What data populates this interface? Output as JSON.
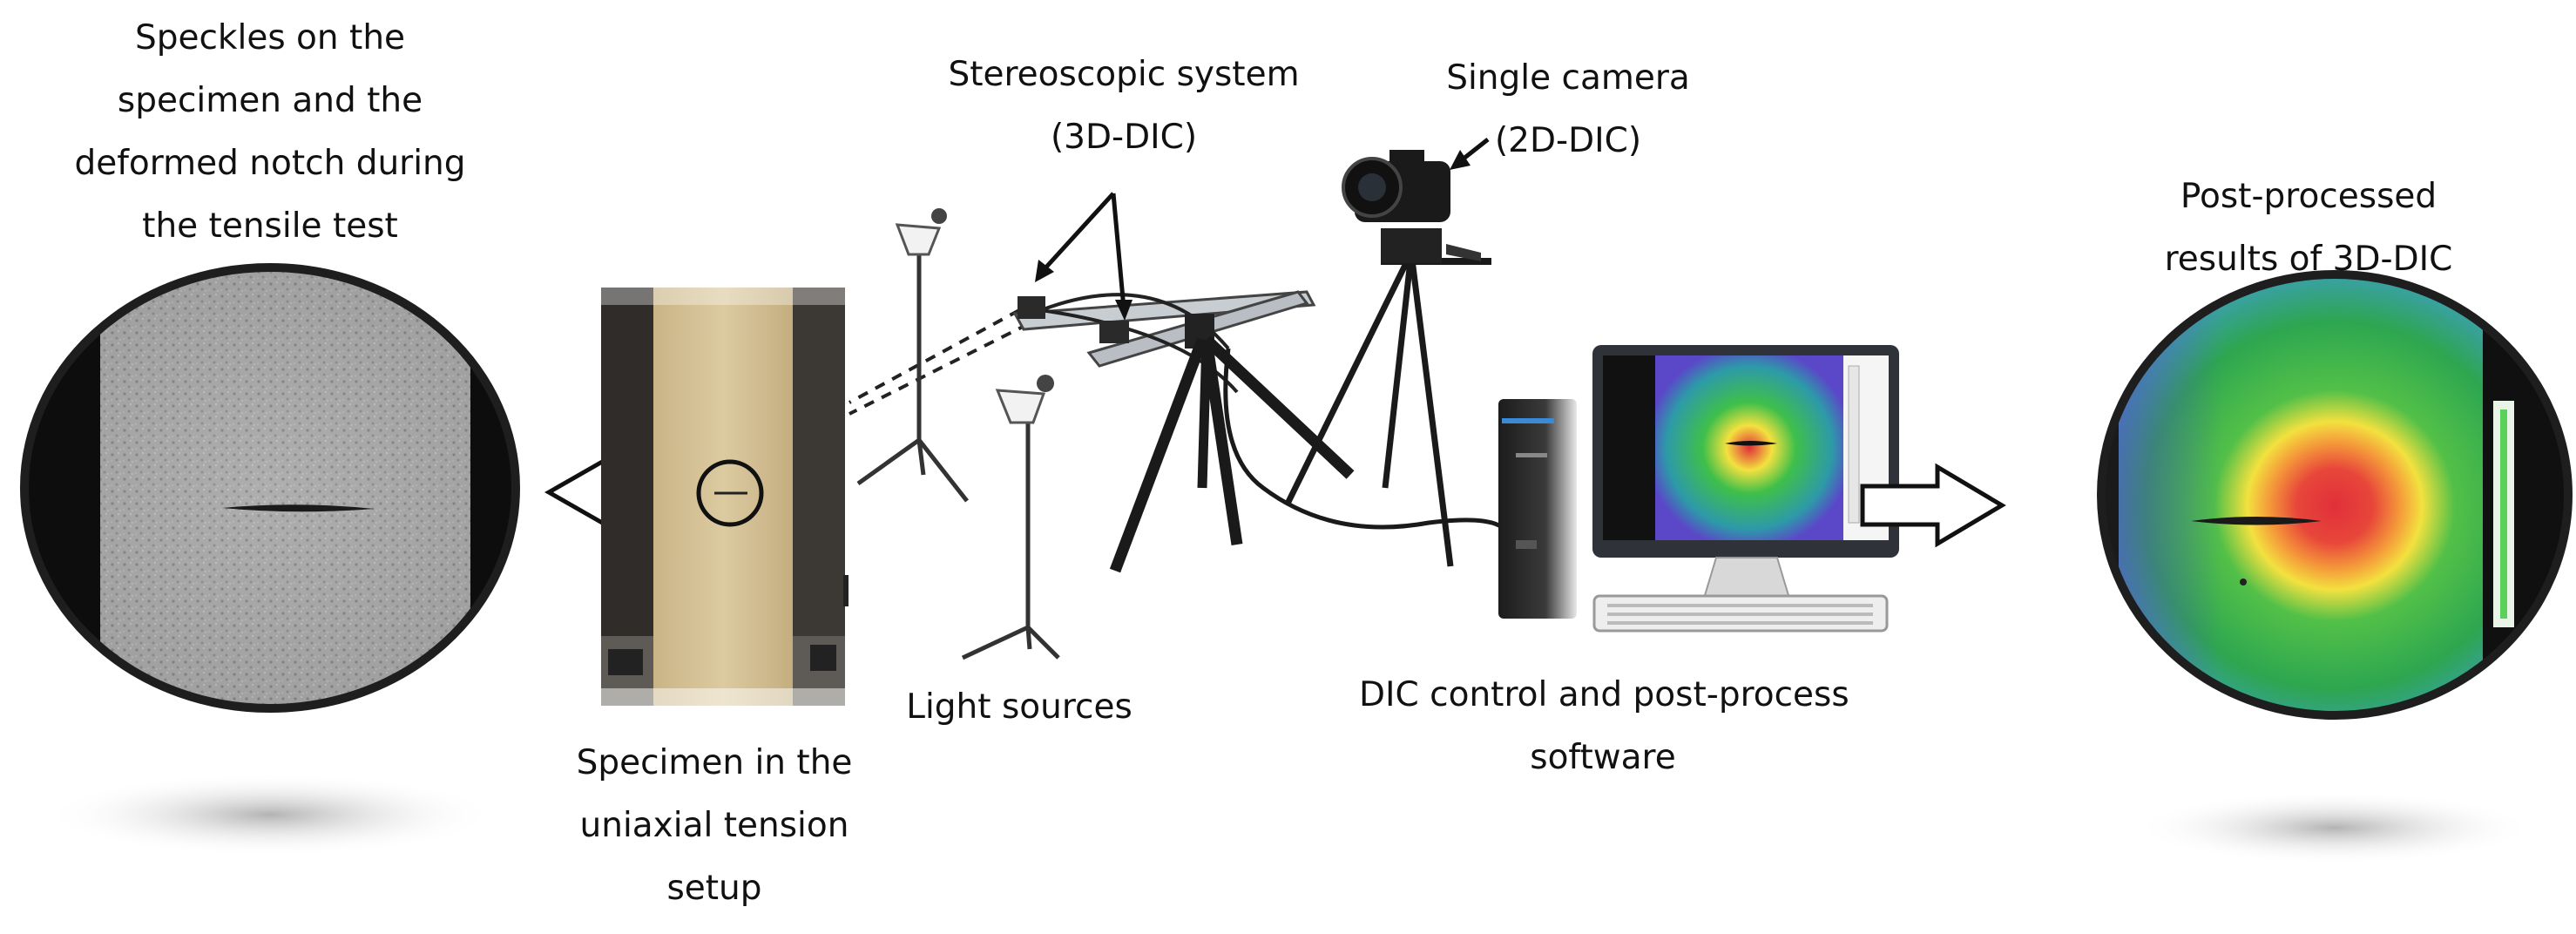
{
  "labels": {
    "speckles": [
      "Speckles on the",
      "specimen and the",
      "deformed notch during",
      "the tensile test"
    ],
    "stereo": [
      "Stereoscopic system",
      "(3D-DIC)"
    ],
    "single_camera": [
      "Single camera",
      "(2D-DIC)"
    ],
    "post_processed": [
      "Post-processed",
      "results of 3D-DIC"
    ],
    "light_sources": "Light sources",
    "dic_software": [
      "DIC control and post-process",
      "software"
    ],
    "specimen": [
      "Specimen in the",
      "uniaxial tension",
      "setup"
    ]
  },
  "colors": {
    "accent": "#dd2222",
    "contour_high": "#e63a32",
    "contour_mid": "#f5e63c",
    "contour_low": "#2aa44a",
    "contour_far": "#2a6ad8",
    "specimen": "#d9c69a",
    "monitor": "#2f3238"
  },
  "icons": [
    "lamp-icon",
    "tripod-icon",
    "camera-icon",
    "computer-icon",
    "arrow-right-icon",
    "arrow-left-icon"
  ]
}
